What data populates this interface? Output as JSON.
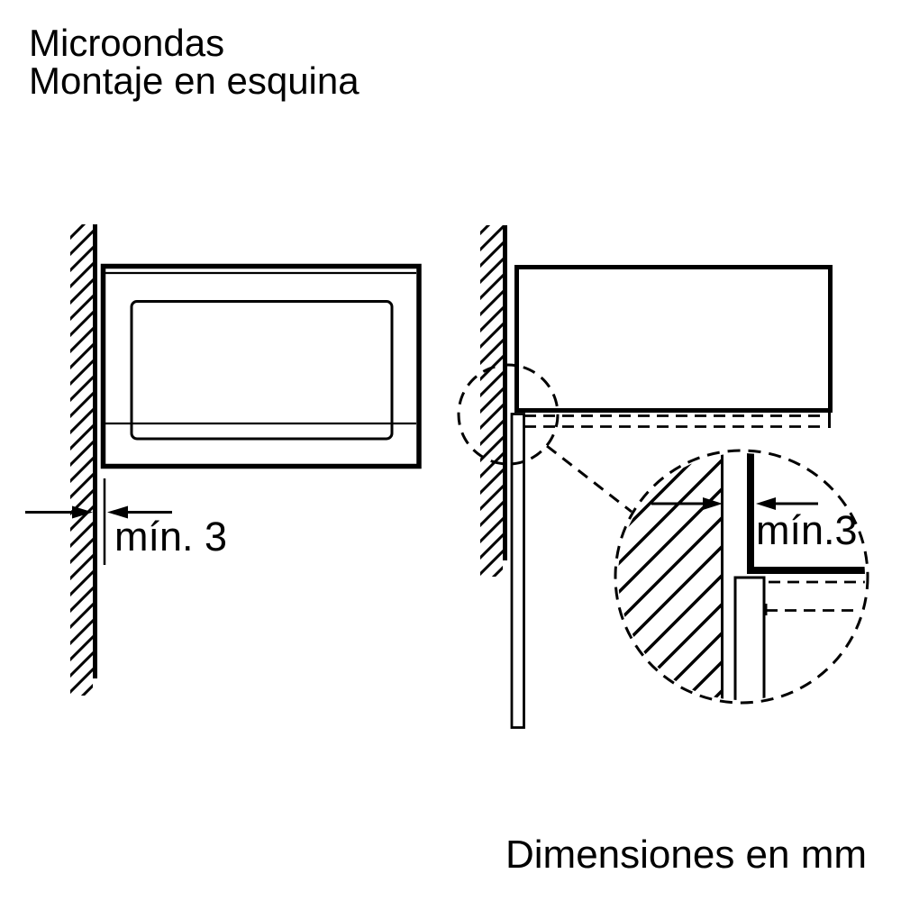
{
  "page": {
    "background_color": "#ffffff",
    "ink_color": "#000000"
  },
  "title": {
    "line1": "Microondas",
    "line2": "Montaje en esquina"
  },
  "left_diagram": {
    "dimension_label": "mín. 3"
  },
  "right_diagram": {
    "detail_dimension_label": "mín.3"
  },
  "footer": {
    "units_note": "Dimensiones en mm"
  }
}
